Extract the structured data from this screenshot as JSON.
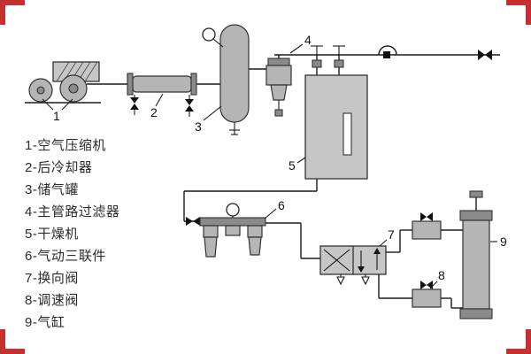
{
  "title": "pneumatic-system-schematic",
  "legend": {
    "items": [
      "1-空气压缩机",
      "2-后冷却器",
      "3-储气罐",
      "4-主管路过滤器",
      "5-干燥机",
      "6-气动三联件",
      "7-换向阀",
      "8-调速阀",
      "9-气缸"
    ]
  },
  "callouts": {
    "compressor": "1",
    "aftercooler": "2",
    "tank": "3",
    "filter": "4",
    "dryer": "5",
    "frl": "6",
    "valve": "7",
    "speed": "8",
    "cylinder": "9"
  },
  "colors": {
    "frame_red": "#c53030",
    "equipment_gray": "#b5b5b5",
    "equipment_dark": "#8a8a8a",
    "line_black": "#1a1a1a",
    "background": "#ffffff"
  }
}
